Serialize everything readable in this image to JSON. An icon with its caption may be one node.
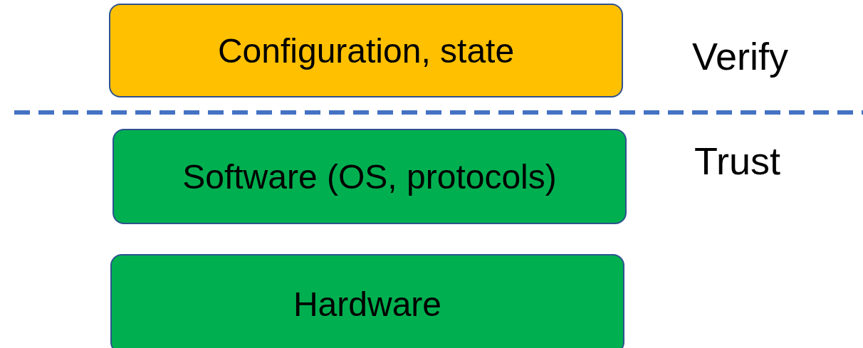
{
  "diagram": {
    "nodes": [
      {
        "text": [
          "Configuration, state"
        ]
      },
      {
        "text": [
          "Software (OS, protocols)"
        ]
      },
      {
        "text": [
          "Hardware"
        ]
      }
    ],
    "labels": [
      "Verify",
      "Trust"
    ]
  }
}
